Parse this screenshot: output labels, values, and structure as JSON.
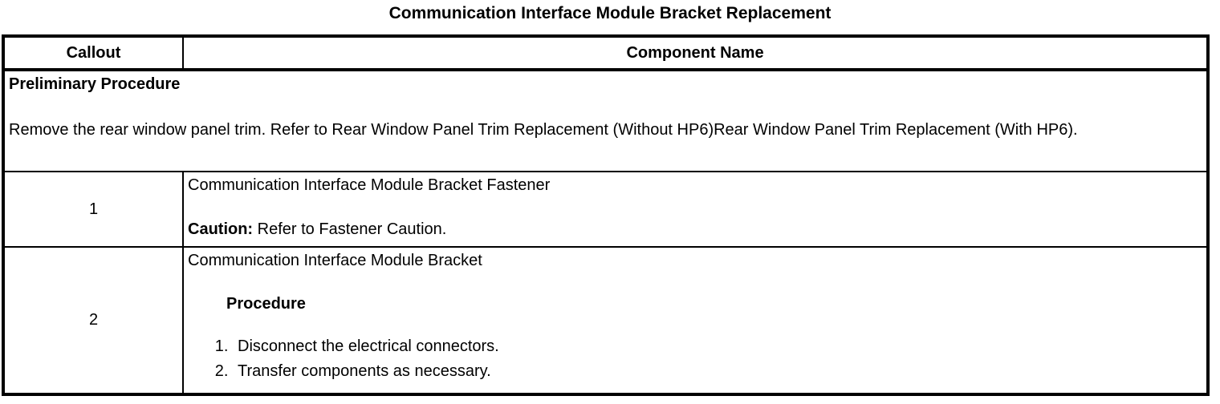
{
  "title": "Communication Interface Module Bracket Replacement",
  "table": {
    "headers": {
      "callout": "Callout",
      "component": "Component Name"
    },
    "preliminary": {
      "heading": "Preliminary Procedure",
      "body": "Remove the rear window panel trim. Refer to Rear Window Panel Trim Replacement (Without HP6)Rear Window Panel Trim Replacement (With HP6)."
    },
    "rows": [
      {
        "callout": "1",
        "component_name": "Communication Interface Module Bracket Fastener",
        "caution_label": "Caution:",
        "caution_text": " Refer to Fastener Caution."
      },
      {
        "callout": "2",
        "component_name": "Communication Interface Module Bracket",
        "procedure_heading": "Procedure",
        "steps": [
          "Disconnect the electrical connectors.",
          "Transfer components as necessary."
        ]
      }
    ]
  },
  "colors": {
    "text": "#000000",
    "background": "#ffffff",
    "border": "#000000"
  }
}
